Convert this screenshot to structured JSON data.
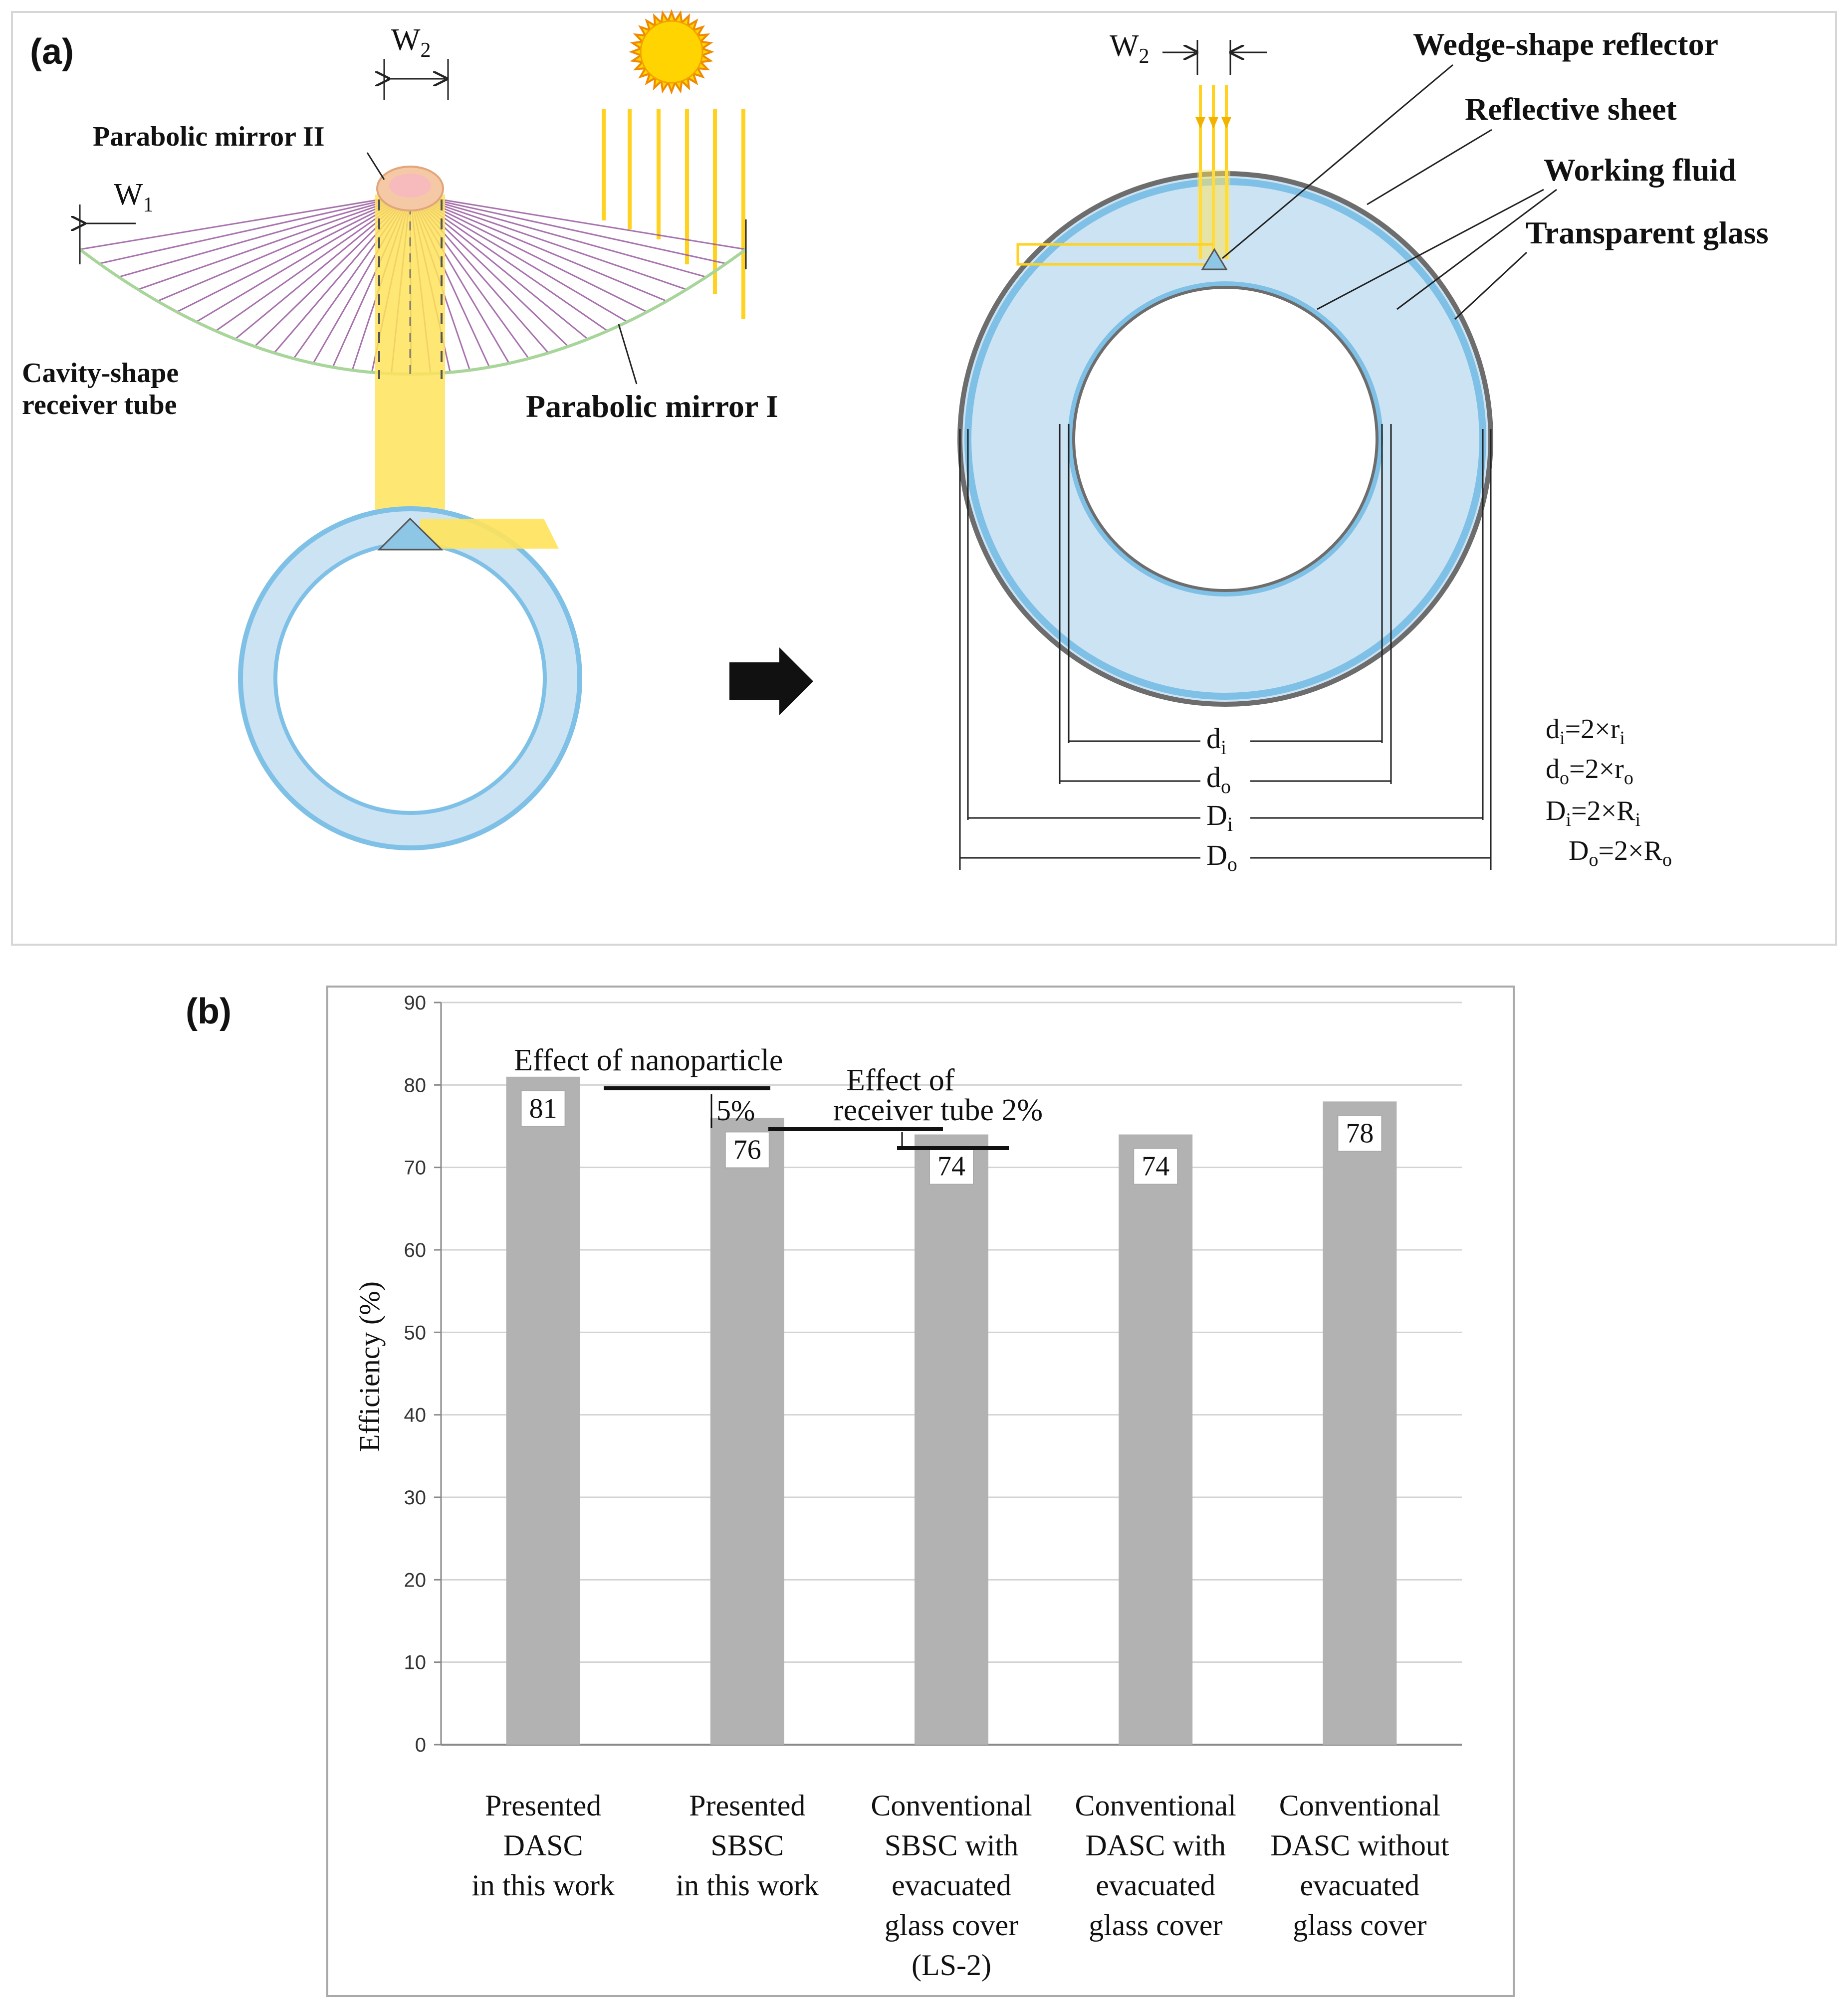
{
  "panel_a": {
    "label": "(a)",
    "w1": "W",
    "w1_sub": "1",
    "w2": "W",
    "w2_sub": "2",
    "w2_right": "W",
    "w2_right_sub": "2",
    "parabolic_mirror_ii": "Parabolic mirror II",
    "parabolic_mirror_i": "Parabolic mirror I",
    "cavity_line1": "Cavity-shape",
    "cavity_line2": "receiver tube",
    "wedge_reflector": "Wedge-shape reflector",
    "reflective_sheet": "Reflective sheet",
    "working_fluid": "Working fluid",
    "transparent_glass": "Transparent glass",
    "dims": {
      "di": {
        "main": "d",
        "sub": "i"
      },
      "do": {
        "main": "d",
        "sub": "o"
      },
      "Di": {
        "main": "D",
        "sub": "i"
      },
      "Do": {
        "main": "D",
        "sub": "o"
      }
    },
    "formulas": {
      "f1": {
        "a": "d",
        "as": "i",
        "b": "=2×r",
        "bs": "i"
      },
      "f2": {
        "a": "d",
        "as": "o",
        "b": "=2×r",
        "bs": "o"
      },
      "f3": {
        "a": "D",
        "as": "i",
        "b": "=2×R",
        "bs": "i"
      },
      "f4": {
        "a": "D",
        "as": "o",
        "b": "=2×R",
        "bs": "o"
      }
    },
    "colors": {
      "tube": "#cce3f3",
      "tube_edge": "#7fc0e6",
      "ray": "#ffd21f",
      "sun": "#ffd400",
      "mirror_lines": "#9a5aa0"
    }
  },
  "panel_b": {
    "label": "(b)",
    "annotations": {
      "nanoparticle": "Effect of nanoparticle",
      "nanoparticle_pct": "5%",
      "receiver_line1": "Effect of",
      "receiver_line2": "receiver tube 2%"
    }
  },
  "chart_data": {
    "type": "bar",
    "ylabel": "Efficiency (%)",
    "xlabel": "",
    "ylim": [
      0,
      90
    ],
    "yticks": [
      "0",
      "10",
      "20",
      "30",
      "40",
      "50",
      "60",
      "70",
      "80",
      "90"
    ],
    "categories": [
      [
        "Presented",
        "DASC",
        "in this work"
      ],
      [
        "Presented",
        "SBSC",
        "in this work"
      ],
      [
        "Conventional",
        "SBSC  with",
        "evacuated",
        "glass cover",
        "(LS-2)"
      ],
      [
        "Conventional",
        "DASC  with",
        "evacuated",
        "glass cover"
      ],
      [
        "Conventional",
        "DASC without",
        "evacuated",
        "glass cover"
      ]
    ],
    "values": [
      81,
      76,
      74,
      74,
      78
    ],
    "value_labels": [
      "81",
      "76",
      "74",
      "74",
      "78"
    ],
    "bar_color": "#b2b2b2",
    "grid": true,
    "legend": "none"
  }
}
